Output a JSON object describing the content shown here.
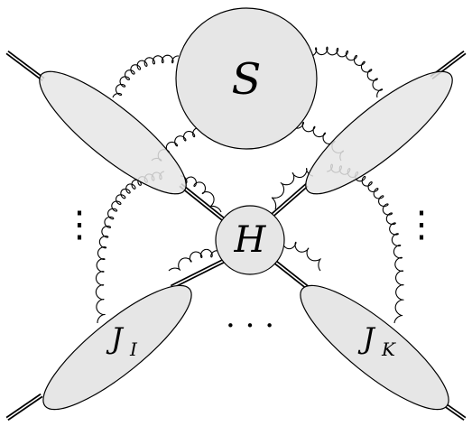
{
  "labels": {
    "soft": "S",
    "hard": "H",
    "jet_i_base": "J",
    "jet_i_sub": "I",
    "jet_k_base": "J",
    "jet_k_sub": "K",
    "ellipsis_bottom": "· · ·",
    "ellipsis_left": "⋮",
    "ellipsis_right": "⋮"
  },
  "colors": {
    "blob_fill": "#e6e6e6",
    "stroke": "#000000"
  }
}
